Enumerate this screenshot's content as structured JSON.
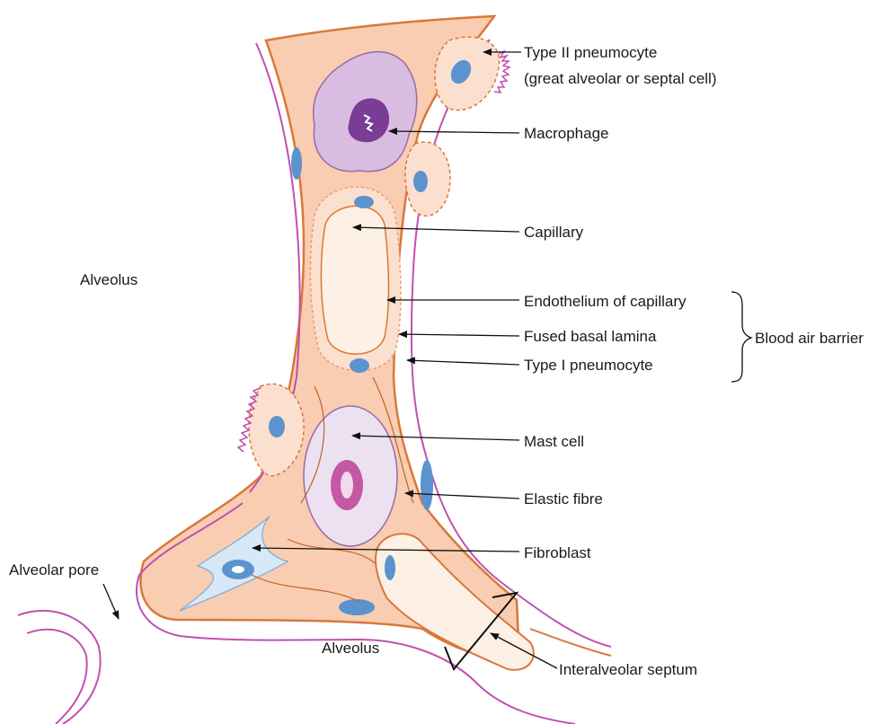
{
  "labels": {
    "type2_line1": "Type II pneumocyte",
    "type2_line2": "(great alveolar or septal cell)",
    "macrophage": "Macrophage",
    "capillary": "Capillary",
    "endothelium": "Endothelium of capillary",
    "basal_lamina": "Fused basal lamina",
    "type1": "Type I pneumocyte",
    "blood_air_barrier": "Blood air barrier",
    "mast_cell": "Mast cell",
    "elastic_fibre": "Elastic fibre",
    "fibroblast": "Fibroblast",
    "alveolus_left": "Alveolus",
    "alveolus_bottom": "Alveolus",
    "alveolar_pore": "Alveolar pore",
    "interalveolar_septum": "Interalveolar septum"
  },
  "colors": {
    "tissue": "#f8cdb2",
    "tissue_edge": "#d9783a",
    "membrane": "#c050b0",
    "nucleus_blue": "#5b93cf",
    "macrophage": "#d8bde0",
    "mast": "#ece1f0",
    "capillary_lumen": "#fdf0e4",
    "fibroblast": "#d7e8f6"
  }
}
